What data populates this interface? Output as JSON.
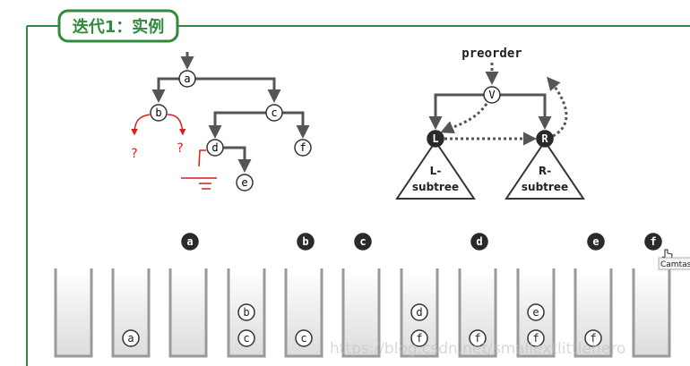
{
  "title": "迭代1：实例",
  "tree": {
    "nodes": {
      "a": "a",
      "b": "b",
      "c": "c",
      "d": "d",
      "e": "e",
      "f": "f"
    },
    "question_marks": [
      "?",
      "?"
    ]
  },
  "preorder_diagram": {
    "label": "preorder",
    "root": "V",
    "left": "L",
    "right": "R",
    "left_subtree_lines": [
      "L-",
      "subtree"
    ],
    "right_subtree_lines": [
      "R-",
      "subtree"
    ]
  },
  "sequence": {
    "visited": [
      "a",
      "b",
      "c",
      "d",
      "e",
      "f"
    ],
    "stacks": [
      [],
      [
        "a"
      ],
      [],
      [
        "c",
        "b"
      ],
      [
        "c"
      ],
      [],
      [
        "f",
        "d"
      ],
      [
        "f"
      ],
      [
        "f",
        "e"
      ],
      [
        "f"
      ],
      []
    ]
  },
  "watermark": "https://blog.csdn.net/smallextlittlehero",
  "tooltip": "Camtasi",
  "colors": {
    "title_border": "#2f8a3b",
    "frame": "#2f8a3b",
    "tree_line": "#555555",
    "annotation_red": "#d42020",
    "node_fill_dark": "#2a2a2a"
  }
}
